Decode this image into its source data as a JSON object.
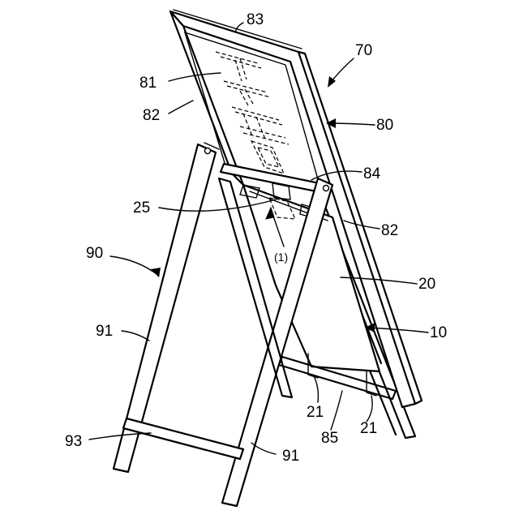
{
  "figure": {
    "labels": {
      "l70": "70",
      "l83": "83",
      "l81": "81",
      "l82a": "82",
      "l80": "80",
      "l84": "84",
      "l25": "25",
      "l82b": "82",
      "l90": "90",
      "l1": "(1)",
      "l20": "20",
      "l91a": "91",
      "l10": "10",
      "l21a": "21",
      "l21b": "21",
      "l85": "85",
      "l93": "93",
      "l91b": "91"
    }
  }
}
